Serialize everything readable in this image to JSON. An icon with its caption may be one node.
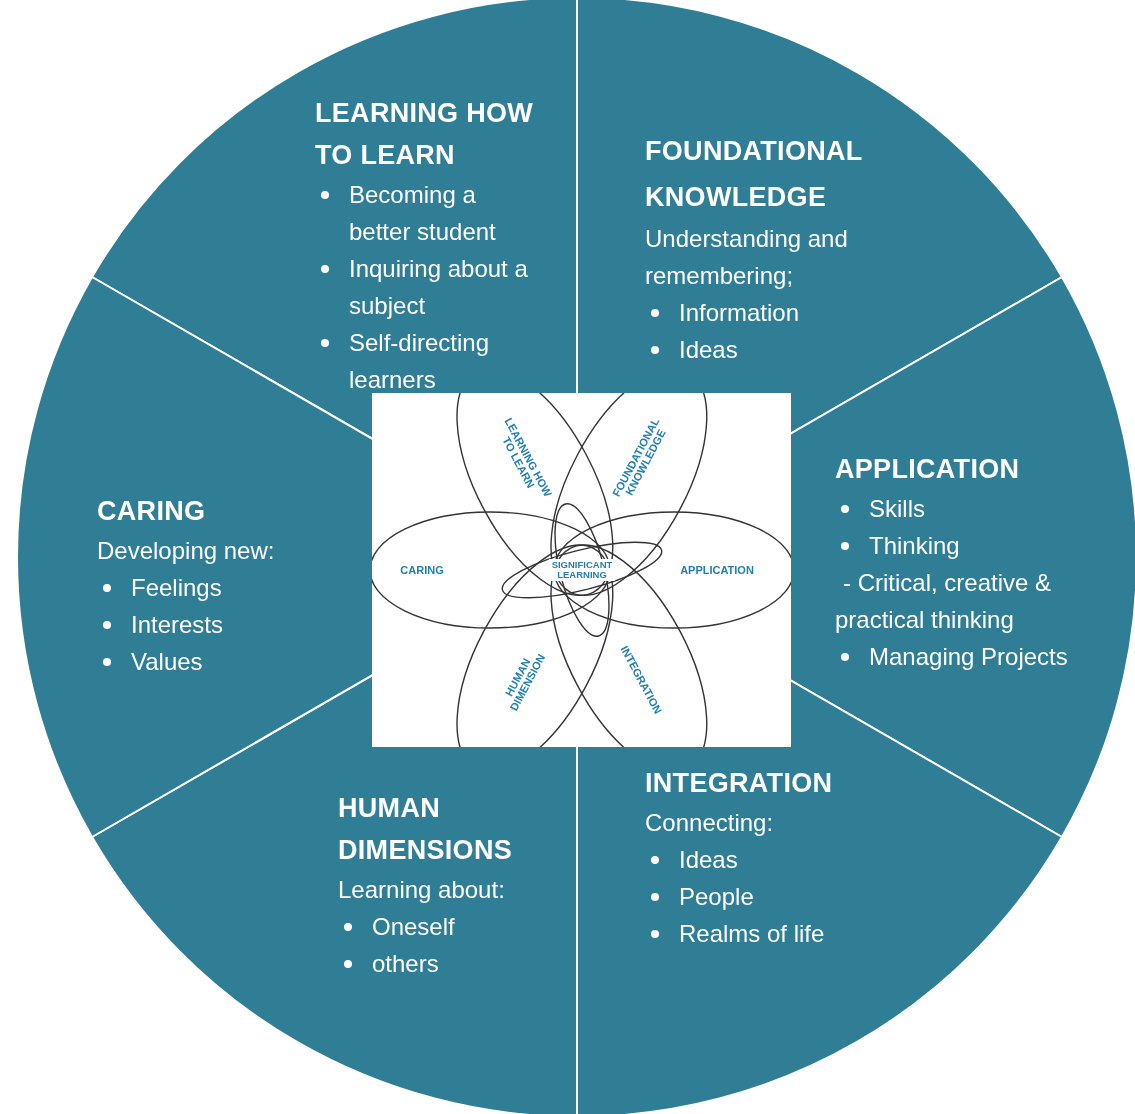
{
  "diagram": {
    "nodes": [
      {
        "text": [
          "LEARNING HOW TO LEARN",
          "Becoming a better student",
          "Inquiring about a subject",
          "Self-directing learners"
        ]
      },
      {
        "text": [
          "FOUNDATIONAL KNOWLEDGE",
          "Understanding and remembering;",
          "Information",
          "Ideas"
        ]
      },
      {
        "text": [
          "APPLICATION",
          "Skills",
          "Thinking",
          "- Critical, creative & practical thinking",
          "Managing Projects"
        ]
      },
      {
        "text": [
          "INTEGRATION",
          "Connecting:",
          "Ideas",
          "People",
          "Realms of life"
        ]
      },
      {
        "text": [
          "HUMAN DIMENSIONS",
          "Learning about:",
          "Oneself",
          "others"
        ]
      },
      {
        "text": [
          "CARING",
          "Developing new:",
          "Feelings",
          "Interests",
          "Values"
        ]
      },
      {
        "text": [],
        "shape": "box"
      },
      {
        "text": [
          "LEARNING HOW TO LEARN"
        ],
        "in": 6
      },
      {
        "text": [
          "FOUNDATIONAL KNOWLEDGE"
        ],
        "in": 6
      },
      {
        "text": [
          "CARING"
        ],
        "in": 6
      },
      {
        "text": [
          "APPLICATION"
        ],
        "in": 6
      },
      {
        "text": [
          "HUMAN DIMENSION"
        ],
        "in": 6
      },
      {
        "text": [
          "INTEGRATION"
        ],
        "in": 6
      },
      {
        "text": [
          "SIGNIFICANT LEARNING"
        ]
      }
    ],
    "edges": []
  }
}
